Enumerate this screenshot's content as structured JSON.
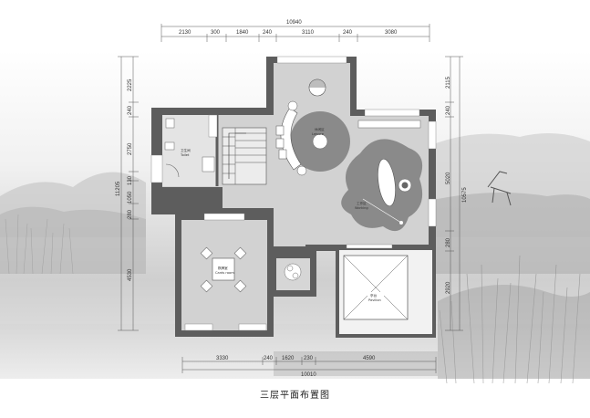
{
  "title": "三层平面布置图",
  "dimensions": {
    "top_total": "10940",
    "top_segments": [
      "2130",
      "300",
      "1840",
      "240",
      "3110",
      "240",
      "3080"
    ],
    "bottom_total": "10010",
    "bottom_segments": [
      "3330",
      "240",
      "1620",
      "230",
      "4590"
    ],
    "left_total": "11205",
    "left_segments": [
      "2225",
      "240",
      "2750",
      "130",
      "1050",
      "280",
      "4530"
    ],
    "right_total": "10575",
    "right_segments": [
      "2115",
      "240",
      "5020",
      "280",
      "2920"
    ]
  },
  "rooms": {
    "toilet": {
      "zh": "卫生间",
      "en": "Toilet"
    },
    "leisure": {
      "zh": "休闲区",
      "en": "Leisure"
    },
    "working": {
      "zh": "工作区",
      "en": "Working"
    },
    "cards": {
      "zh": "棋牌室",
      "en": "Cards room"
    },
    "pavilion": {
      "zh": "亭台",
      "en": "Pavilion"
    }
  },
  "colors": {
    "wall": "#5d5d5d",
    "floor": "#d2d2d2",
    "rug": "#8a8a8a",
    "background_mist": "#dedede"
  }
}
